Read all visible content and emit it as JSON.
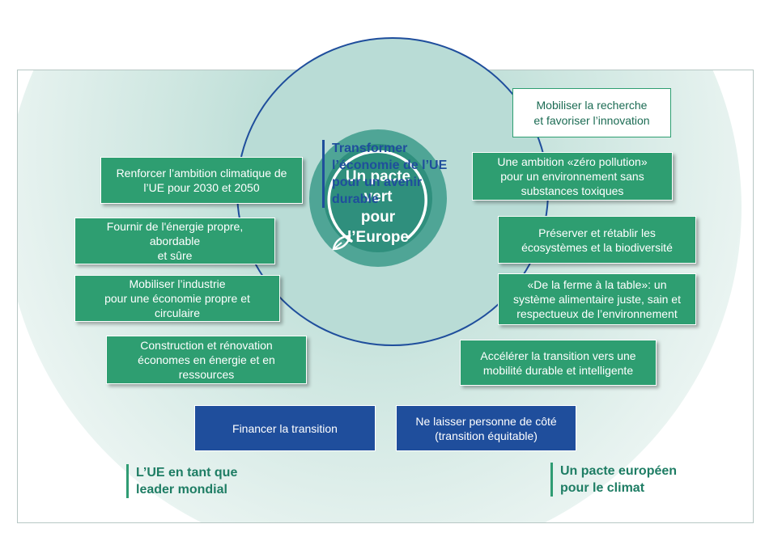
{
  "center": {
    "lines": [
      "Un pacte",
      "vert",
      "pour",
      "l’Europe"
    ]
  },
  "heading_transform": {
    "lines": [
      "Transformer",
      "l’économie de l’UE",
      "pour un avenir",
      "durable"
    ]
  },
  "heading_leader": {
    "lines": [
      "L’UE en tant que",
      "leader mondial"
    ]
  },
  "heading_pacte": {
    "lines": [
      "Un pacte européen",
      "pour le climat"
    ]
  },
  "innovation": {
    "lines": [
      "Mobiliser la recherche",
      "et favoriser l’innovation"
    ]
  },
  "left_boxes": [
    {
      "lines": [
        "Renforcer l’ambition climatique de",
        "l’UE pour 2030 et 2050"
      ]
    },
    {
      "lines": [
        "Fournir de l'énergie propre,",
        "abordable",
        "et sûre"
      ]
    },
    {
      "lines": [
        "Mobiliser l’industrie",
        "pour une économie propre et",
        "circulaire"
      ]
    },
    {
      "lines": [
        "Construction et rénovation",
        "économes en énergie et en",
        "ressources"
      ]
    }
  ],
  "right_boxes": [
    {
      "lines": [
        "Une ambition «zéro pollution»",
        "pour un environnement sans",
        "substances toxiques"
      ]
    },
    {
      "lines": [
        "Préserver et rétablir les",
        "écosystèmes et la biodiversité"
      ]
    },
    {
      "lines": [
        "«De la ferme à la table»: un",
        "système alimentaire juste, sain et",
        "respectueux de l’environnement"
      ]
    },
    {
      "lines": [
        "Accélérer la transition vers une",
        "mobilité durable et intelligente"
      ]
    }
  ],
  "bottom_boxes": [
    {
      "lines": [
        "Financer la transition"
      ]
    },
    {
      "lines": [
        "Ne laisser personne de côté",
        "(transition équitable)"
      ]
    }
  ],
  "colors": {
    "green": "#2e9e71",
    "blue": "#1f4e9c",
    "core": "#2f8f7d"
  }
}
